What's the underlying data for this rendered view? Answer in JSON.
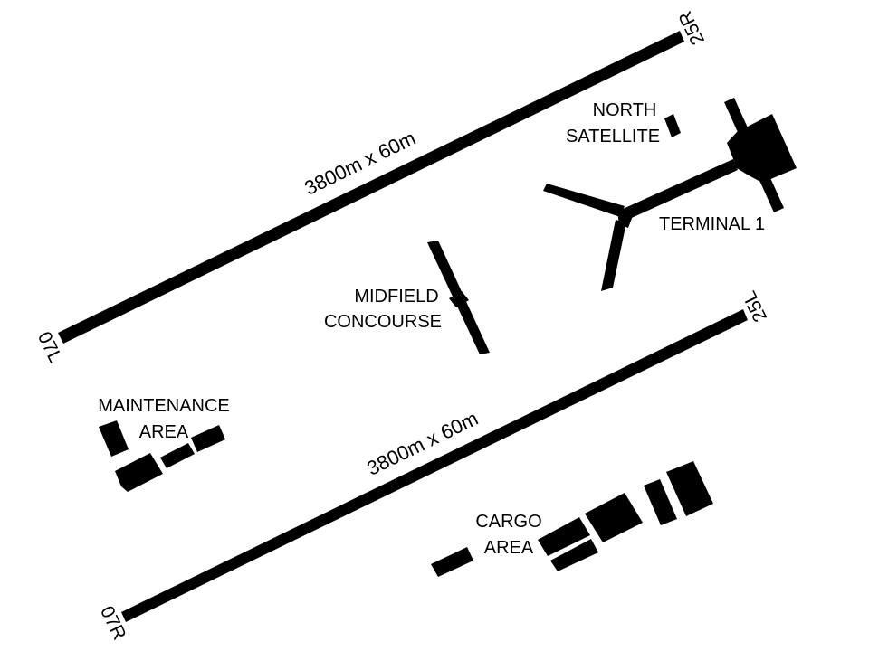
{
  "colors": {
    "background": "#ffffff",
    "ink": "#000000"
  },
  "runways": {
    "north": {
      "dimensions": "3800m x 60m",
      "end_left": "07L",
      "end_right": "25R"
    },
    "south": {
      "dimensions": "3800m x 60m",
      "end_left": "07R",
      "end_right": "25L"
    }
  },
  "facilities": {
    "north_satellite": {
      "line1": "NORTH",
      "line2": "SATELLITE"
    },
    "terminal_1": {
      "label": "TERMINAL 1"
    },
    "midfield_concourse": {
      "line1": "MIDFIELD",
      "line2": "CONCOURSE"
    },
    "maintenance_area": {
      "line1": "MAINTENANCE",
      "line2": "AREA"
    },
    "cargo_area": {
      "line1": "CARGO",
      "line2": "AREA"
    }
  }
}
